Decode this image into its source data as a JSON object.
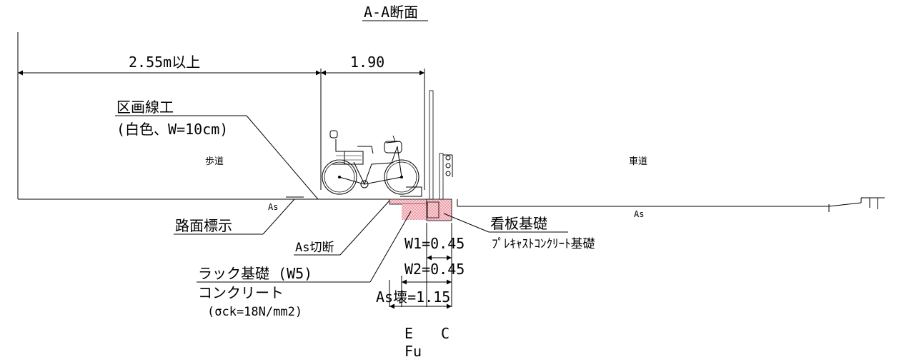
{
  "title": "A-A断面",
  "dimensions": {
    "left_width": "2.55m以上",
    "rack_width": "1.90",
    "w1": "W1=0.45",
    "w2": "W2=0.45",
    "as_break": "As壊=1.15"
  },
  "areas": {
    "sidewalk": "歩道",
    "roadway": "車道",
    "as_left": "As",
    "as_right": "As"
  },
  "callouts": {
    "lane_marking_title": "区画線工",
    "lane_marking_spec": "(白色、W=10cm)",
    "road_sign": "路面標示",
    "as_cut": "As切断",
    "rack_foundation": "ラック基礎 (W5)",
    "rack_concrete": "コンクリート",
    "rack_strength": "(σck=18N/mm2)",
    "signboard_foundation": "看板基礎",
    "precast": "ﾌﾟﾚｷｬｽﾄｺﾝｸﾘｰﾄ基礎"
  },
  "bottom_labels": {
    "e": "E",
    "c": "C",
    "fu": "Fu"
  },
  "colors": {
    "line": "#000000",
    "foundation_fill": "#f7c9cf",
    "foundation_dots": "#e0606f"
  }
}
